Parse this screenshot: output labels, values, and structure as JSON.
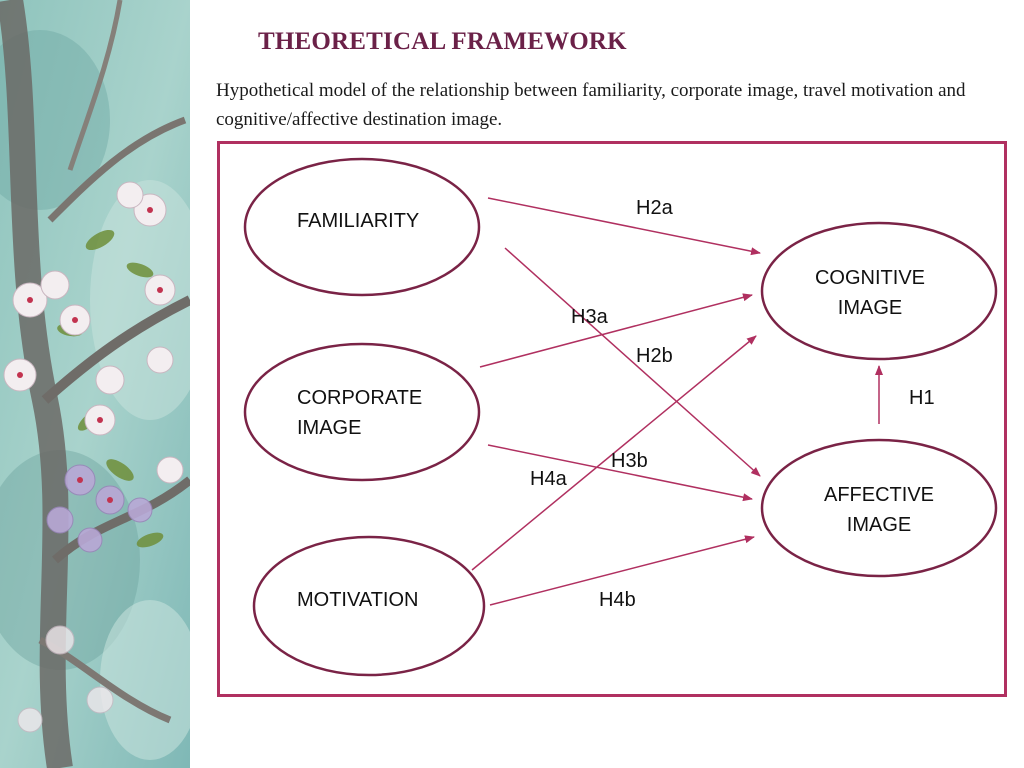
{
  "title": "THEORETICAL FRAMEWORK",
  "subtitle": "Hypothetical model of the relationship between familiarity, corporate image, travel motivation and cognitive/affective destination image.",
  "colors": {
    "title": "#6b2148",
    "frame": "#b03060",
    "ellipse_stroke": "#7a2346",
    "arrow": "#b03060"
  },
  "nodes": {
    "familiarity": [
      "FAMILIARITY"
    ],
    "corporate": [
      "CORPORATE",
      "IMAGE"
    ],
    "motivation": [
      "MOTIVATION"
    ],
    "cognitive": [
      "COGNITIVE",
      "IMAGE"
    ],
    "affective": [
      "AFFECTIVE",
      "IMAGE"
    ]
  },
  "edges": {
    "h2a": "H2a",
    "h3a": "H3a",
    "h2b": "H2b",
    "h3b": "H3b",
    "h4a": "H4a",
    "h4b": "H4b",
    "h1": "H1"
  },
  "decor": {
    "side_artwork": "watercolor-blossom-branch"
  }
}
